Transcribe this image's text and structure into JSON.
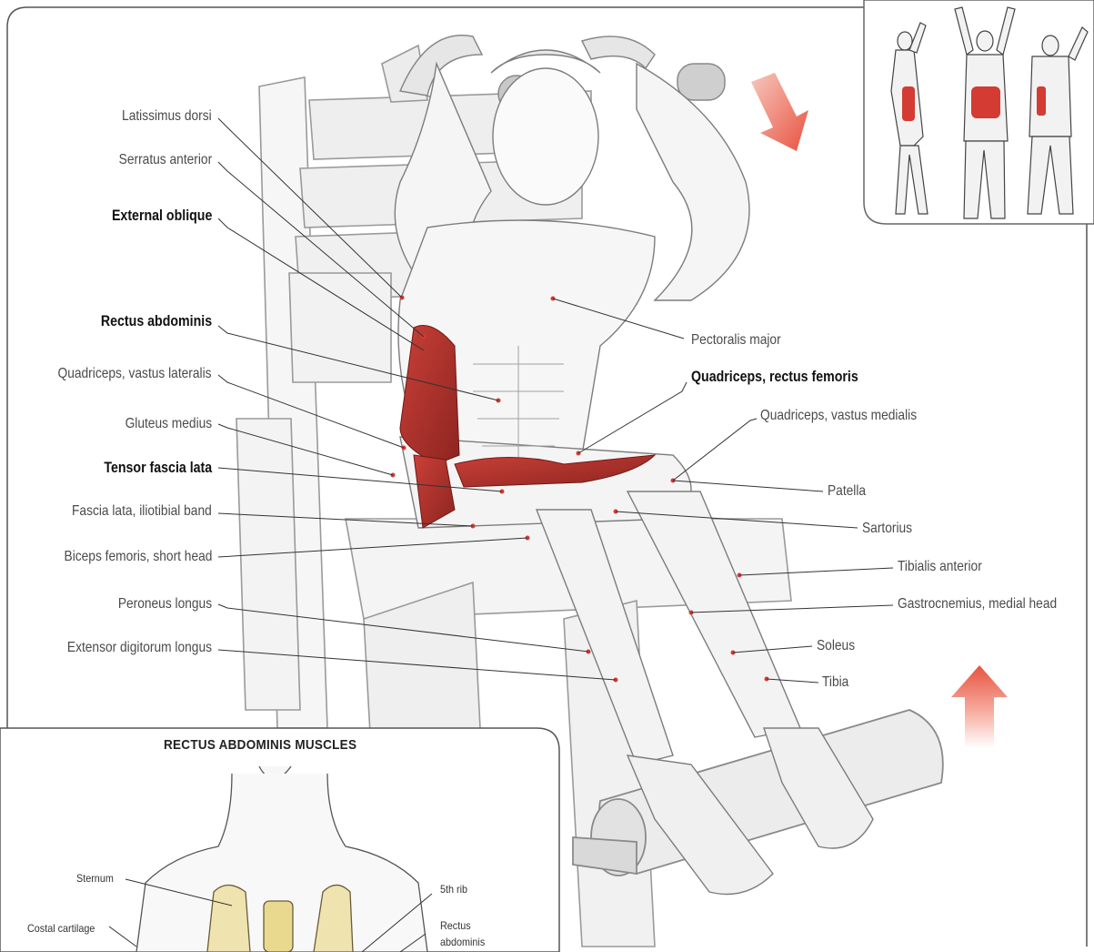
{
  "main_labels_left": [
    {
      "text": "Latissimus dorsi",
      "bold": false
    },
    {
      "text": "Serratus anterior",
      "bold": false
    },
    {
      "text": "External oblique",
      "bold": true
    },
    {
      "text": "Rectus abdominis",
      "bold": true
    },
    {
      "text": "Quadriceps, vastus lateralis",
      "bold": false
    },
    {
      "text": "Gluteus medius",
      "bold": false
    },
    {
      "text": "Tensor fascia lata",
      "bold": true
    },
    {
      "text": "Fascia lata, iliotibial band",
      "bold": false
    },
    {
      "text": "Biceps femoris, short head",
      "bold": false
    },
    {
      "text": "Peroneus longus",
      "bold": false
    },
    {
      "text": "Extensor digitorum longus",
      "bold": false
    }
  ],
  "main_labels_right": [
    {
      "text": "Pectoralis major",
      "bold": false
    },
    {
      "text": "Quadriceps, rectus femoris",
      "bold": true
    },
    {
      "text": "Quadriceps, vastus medialis",
      "bold": false
    },
    {
      "text": "Patella",
      "bold": false
    },
    {
      "text": "Sartorius",
      "bold": false
    },
    {
      "text": "Tibialis anterior",
      "bold": false
    },
    {
      "text": "Gastrocnemius, medial head",
      "bold": false
    },
    {
      "text": "Soleus",
      "bold": false
    },
    {
      "text": "Tibia",
      "bold": false
    }
  ],
  "inset": {
    "title": "RECTUS ABDOMINIS MUSCLES",
    "labels": {
      "sternum": "Sternum",
      "costal_cartilage": "Costal cartilage",
      "rib5": "5th rib",
      "rectus_line1": "Rectus",
      "rectus_line2": "abdominis"
    }
  },
  "colors": {
    "muscle_highlight": "#b8302c",
    "arrow": "#e8523f",
    "line": "#333333",
    "panel_border": "#666666"
  }
}
